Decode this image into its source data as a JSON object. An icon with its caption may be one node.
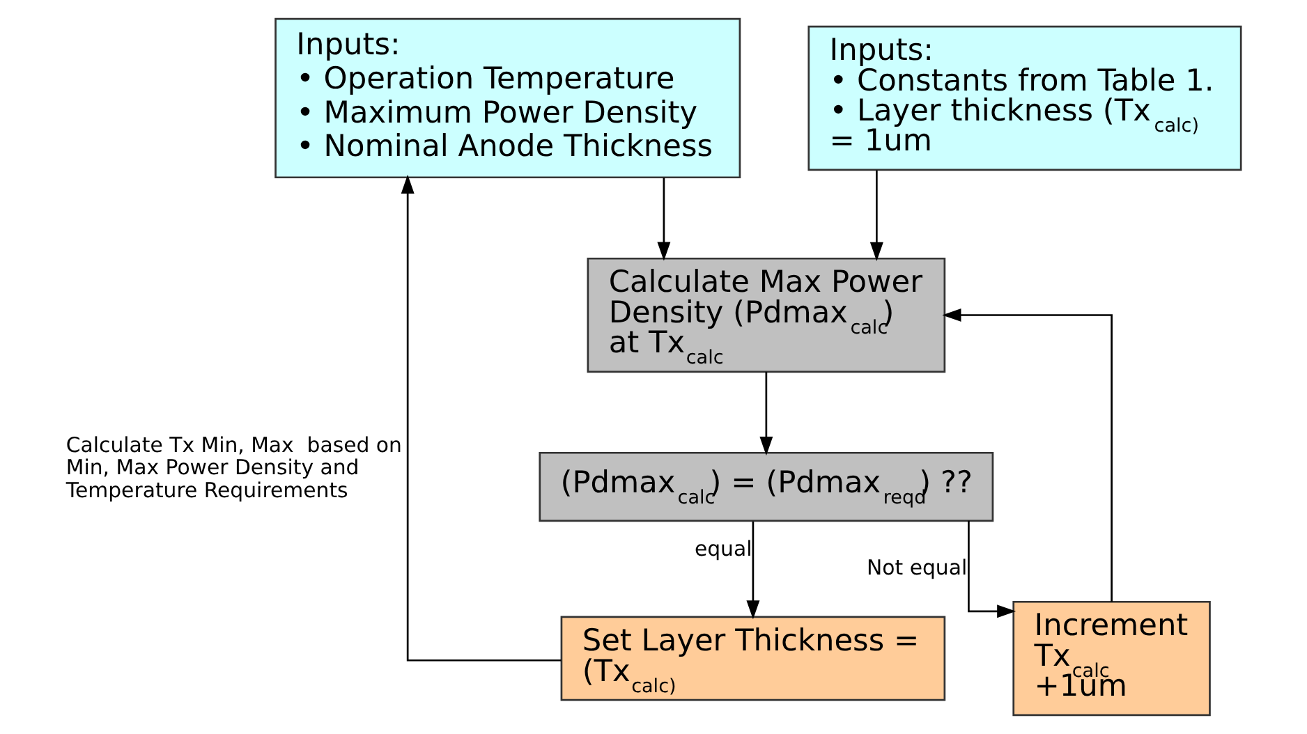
{
  "diagram": {
    "nodes": [
      {
        "text": [
          "Inputs:",
          "• Operation Temperature",
          "• Maximum Power Density",
          "• Nominal Anode Thickness"
        ]
      },
      {
        "text": [
          "Inputs:",
          "• Constants from Table 1.",
          "• Layer thickness (Tx$_{calc)}$ = 1um"
        ]
      },
      {
        "text": [
          "Calculate Max Power Density (Pdmax$_{calc}$) at Tx$_{calc}$"
        ]
      },
      {
        "text": [
          "(Pdmax$_{calc}$) = (Pdmax$_{reqd}$) ??"
        ]
      },
      {
        "text": [
          "Set Layer Thickness = (Tx$_{calc)}$"
        ]
      },
      {
        "text": [
          "Increment Tx$_{calc}$ +1um"
        ]
      }
    ],
    "edges": [
      {
        "from": 0,
        "to": 2,
        "arrow": "to"
      },
      {
        "from": 1,
        "to": 2,
        "arrow": "to"
      },
      {
        "from": 2,
        "to": 3,
        "arrow": "to"
      },
      {
        "from": 3,
        "to": 4,
        "arrow": "to",
        "label": "equal"
      },
      {
        "from": 3,
        "to": 5,
        "arrow": "to",
        "label": "Not equal"
      },
      {
        "from": 5,
        "to": 2,
        "arrow": "to"
      },
      {
        "from": 4,
        "to": 0,
        "arrow": "to",
        "label": "Calculate Tx Min, Max  based on Min, Max Power Density and Temperature Requirements"
      }
    ]
  }
}
